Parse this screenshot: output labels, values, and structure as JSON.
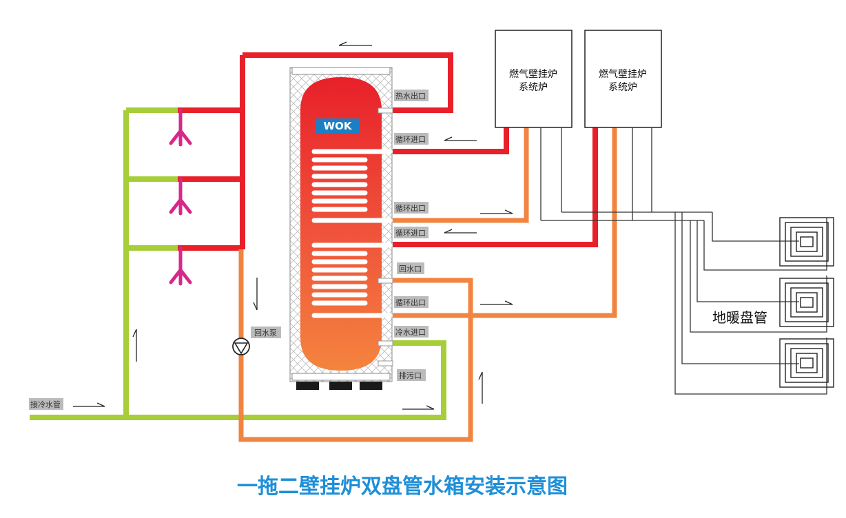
{
  "title": "一拖二壁挂炉双盘管水箱安装示意图",
  "tank": {
    "logo": "WOK",
    "ports": {
      "hot_out": "热水出口",
      "circ_in_1": "循环进口",
      "circ_out_1": "循环出口",
      "circ_in_2": "循环进口",
      "return_port": "回水口",
      "circ_out_2": "循环出口",
      "cold_in": "冷水进口",
      "drain": "排污口"
    }
  },
  "boilers": [
    {
      "line1": "燃气壁挂炉",
      "line2": "系统炉"
    },
    {
      "line1": "燃气壁挂炉",
      "line2": "系统炉"
    }
  ],
  "pump_label": "回水泵",
  "cold_supply_label": "接冷水管",
  "floor_heating_label": "地暖盘管",
  "colors": {
    "hot_red": "#e8202a",
    "circ_orange": "#f08440",
    "cold_green": "#a6ce39",
    "shower_magenta": "#d6288a",
    "title_blue": "#1e8fd8"
  }
}
